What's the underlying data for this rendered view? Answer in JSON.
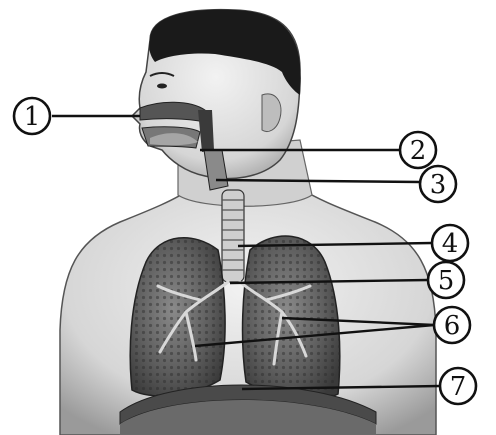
{
  "diagram": {
    "labels": [
      {
        "id": "1",
        "text": "①",
        "part": "nose"
      },
      {
        "id": "2",
        "text": "②",
        "part": "pharynx"
      },
      {
        "id": "3",
        "text": "③",
        "part": "larynx"
      },
      {
        "id": "4",
        "text": "④",
        "part": "trachea"
      },
      {
        "id": "5",
        "text": "⑤",
        "part": "bronchus"
      },
      {
        "id": "6",
        "text": "⑥",
        "part": "lungs"
      },
      {
        "id": "7",
        "text": "⑦",
        "part": "diaphragm"
      }
    ]
  }
}
